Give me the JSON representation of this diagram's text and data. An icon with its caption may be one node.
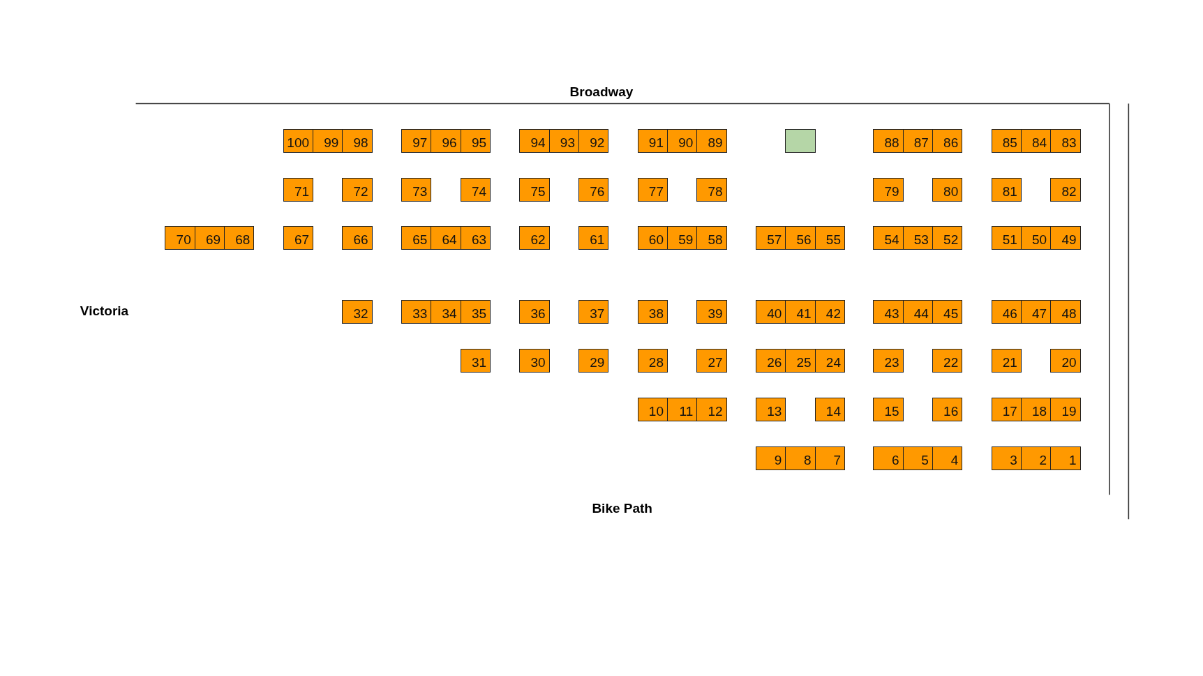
{
  "diagram": {
    "nodes": [
      {
        "text": [
          "100"
        ]
      },
      {
        "text": [
          "99"
        ]
      },
      {
        "text": [
          "98"
        ]
      },
      {
        "text": [
          "97"
        ]
      },
      {
        "text": [
          "96"
        ]
      },
      {
        "text": [
          "95"
        ]
      },
      {
        "text": [
          "94"
        ]
      },
      {
        "text": [
          "93"
        ]
      },
      {
        "text": [
          "92"
        ]
      },
      {
        "text": [
          "91"
        ]
      },
      {
        "text": [
          "90"
        ]
      },
      {
        "text": [
          "89"
        ]
      },
      {
        "text": [],
        "shape": "box"
      },
      {
        "text": [
          "88"
        ]
      },
      {
        "text": [
          "87"
        ]
      },
      {
        "text": [
          "86"
        ]
      },
      {
        "text": [
          "85"
        ]
      },
      {
        "text": [
          "84"
        ]
      },
      {
        "text": [
          "83"
        ]
      },
      {
        "text": [
          "71"
        ]
      },
      {
        "text": [
          "72"
        ]
      },
      {
        "text": [
          "73"
        ]
      },
      {
        "text": [
          "74"
        ]
      },
      {
        "text": [
          "75"
        ]
      },
      {
        "text": [
          "76"
        ]
      },
      {
        "text": [
          "77"
        ]
      },
      {
        "text": [
          "78"
        ]
      },
      {
        "text": [
          "79"
        ]
      },
      {
        "text": [
          "80"
        ]
      },
      {
        "text": [
          "81"
        ]
      },
      {
        "text": [
          "82"
        ]
      },
      {
        "text": [
          "70"
        ]
      },
      {
        "text": [
          "69"
        ]
      },
      {
        "text": [
          "68"
        ]
      },
      {
        "text": [
          "67"
        ]
      },
      {
        "text": [
          "66"
        ]
      },
      {
        "text": [
          "65"
        ]
      },
      {
        "text": [
          "64"
        ]
      },
      {
        "text": [
          "63"
        ]
      },
      {
        "text": [
          "62"
        ]
      },
      {
        "text": [
          "61"
        ]
      },
      {
        "text": [
          "60"
        ]
      },
      {
        "text": [
          "59"
        ]
      },
      {
        "text": [
          "58"
        ]
      },
      {
        "text": [
          "57"
        ]
      },
      {
        "text": [
          "56"
        ]
      },
      {
        "text": [
          "55"
        ]
      },
      {
        "text": [
          "54"
        ]
      },
      {
        "text": [
          "53"
        ]
      },
      {
        "text": [
          "52"
        ]
      },
      {
        "text": [
          "51"
        ]
      },
      {
        "text": [
          "50"
        ]
      },
      {
        "text": [
          "49"
        ]
      },
      {
        "text": [
          "32"
        ]
      },
      {
        "text": [
          "33"
        ]
      },
      {
        "text": [
          "34"
        ]
      },
      {
        "text": [
          "35"
        ]
      },
      {
        "text": [
          "36"
        ]
      },
      {
        "text": [
          "37"
        ]
      },
      {
        "text": [
          "38"
        ]
      },
      {
        "text": [
          "39"
        ]
      },
      {
        "text": [
          "40"
        ]
      },
      {
        "text": [
          "41"
        ]
      },
      {
        "text": [
          "42"
        ]
      },
      {
        "text": [
          "43"
        ]
      },
      {
        "text": [
          "44"
        ]
      },
      {
        "text": [
          "45"
        ]
      },
      {
        "text": [
          "46"
        ]
      },
      {
        "text": [
          "47"
        ]
      },
      {
        "text": [
          "48"
        ]
      },
      {
        "text": [
          "31"
        ]
      },
      {
        "text": [
          "30"
        ]
      },
      {
        "text": [
          "29"
        ]
      },
      {
        "text": [
          "28"
        ]
      },
      {
        "text": [
          "27"
        ]
      },
      {
        "text": [
          "26"
        ]
      },
      {
        "text": [
          "25"
        ]
      },
      {
        "text": [
          "24"
        ]
      },
      {
        "text": [
          "23"
        ]
      },
      {
        "text": [
          "22"
        ]
      },
      {
        "text": [
          "21"
        ]
      },
      {
        "text": [
          "20"
        ]
      },
      {
        "text": [
          "10"
        ]
      },
      {
        "text": [
          "11"
        ]
      },
      {
        "text": [
          "12"
        ]
      },
      {
        "text": [
          "13"
        ]
      },
      {
        "text": [
          "14"
        ]
      },
      {
        "text": [
          "15"
        ]
      },
      {
        "text": [
          "16"
        ]
      },
      {
        "text": [
          "17"
        ]
      },
      {
        "text": [
          "18"
        ]
      },
      {
        "text": [
          "19"
        ]
      },
      {
        "text": [
          "9"
        ]
      },
      {
        "text": [
          "8"
        ]
      },
      {
        "text": [
          "7"
        ]
      },
      {
        "text": [
          "6"
        ]
      },
      {
        "text": [
          "5"
        ]
      },
      {
        "text": [
          "4"
        ]
      },
      {
        "text": [
          "3"
        ]
      },
      {
        "text": [
          "2"
        ]
      },
      {
        "text": [
          "1"
        ]
      }
    ],
    "labels": [
      "Broadway",
      "Victoria",
      "Bike Path"
    ]
  }
}
